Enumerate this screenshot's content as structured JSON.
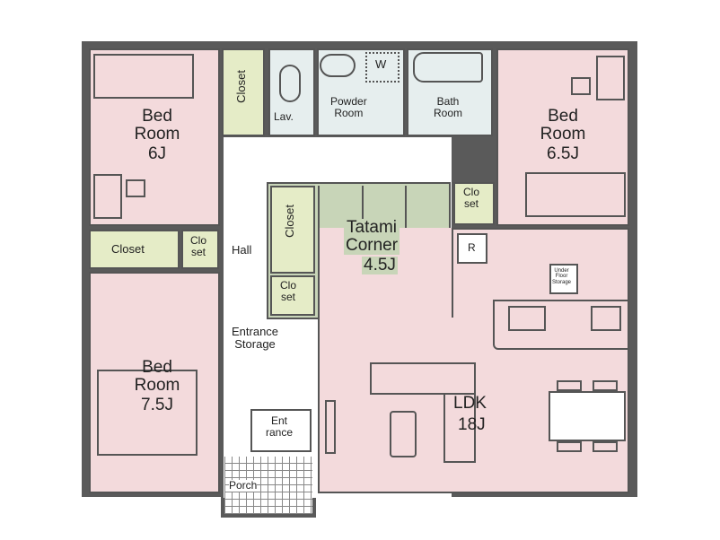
{
  "rooms": {
    "bed6": {
      "name": "Bed\nRoom",
      "size": "6J"
    },
    "bed65": {
      "name": "Bed\nRoom",
      "size": "6.5J"
    },
    "bed75": {
      "name": "Bed\nRoom",
      "size": "7.5J"
    },
    "closet_top": "Closet",
    "closet_left": "Closet",
    "closet_tatami": "Closet",
    "closet_small_left": "Clo\nset",
    "closet_small_tatami": "Clo\nset",
    "closet_small_right": "Clo\nset",
    "lav": "Lav.",
    "powder": "Powder\nRoom",
    "washer": "W",
    "bath": "Bath\nRoom",
    "hall": "Hall",
    "tatami": {
      "name": "Tatami\nCorner",
      "size": "4.5J"
    },
    "entrance_storage": "Entrance\nStorage",
    "entrance": "Ent\nrance",
    "porch": "Porch",
    "ldk": {
      "name": "LDK",
      "size": "18J"
    },
    "refrigerator": "R",
    "under_floor": "Under\nFloor\nStorage"
  },
  "colors": {
    "bedroom": "#f3dadc",
    "closet": "#e5ecc7",
    "wet": "#e6eeee",
    "tatami": "#c8d5b8",
    "wall": "#5a5a5a"
  }
}
